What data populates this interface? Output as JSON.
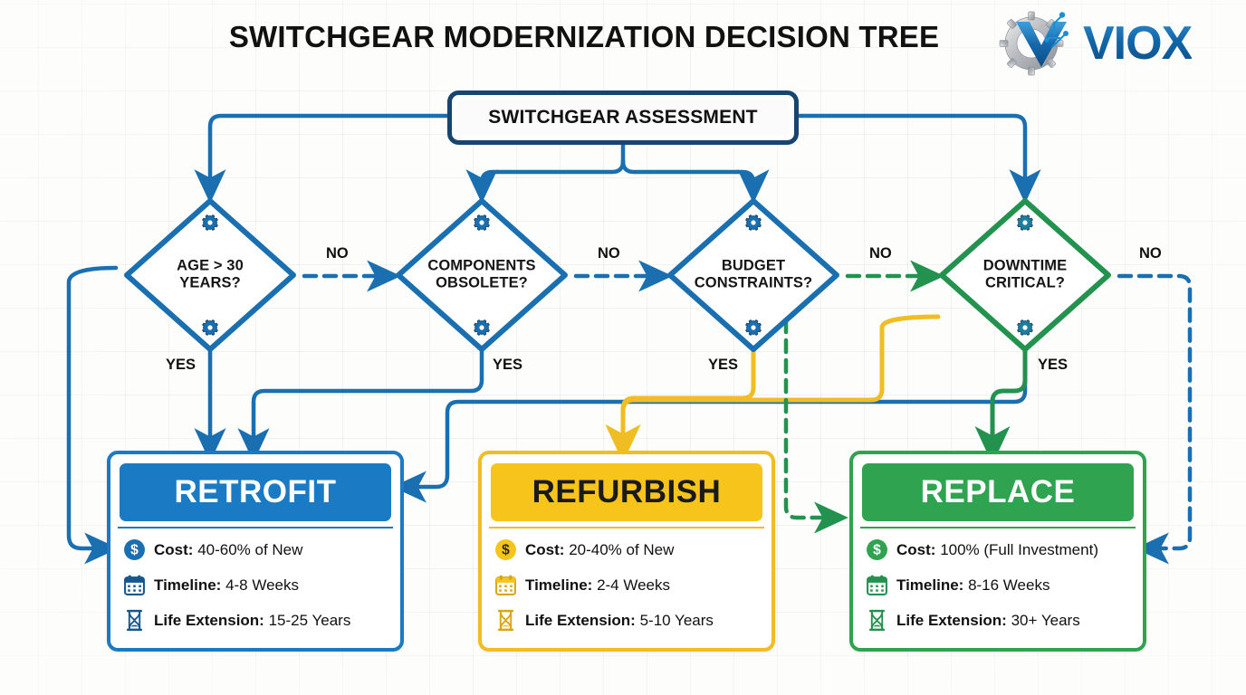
{
  "header": {
    "title": "SWITCHGEAR MODERNIZATION DECISION TREE",
    "logo_text": "VIOX",
    "logo_icon": "gear-v-logo-icon"
  },
  "root": {
    "label": "SWITCHGEAR ASSESSMENT"
  },
  "decisions": [
    {
      "id": "age",
      "line1": "AGE > 30",
      "line2": "YEARS?",
      "color": "#1a6fb0",
      "yes_label": "YES",
      "no_label": "NO"
    },
    {
      "id": "components",
      "line1": "COMPONENTS",
      "line2": "OBSOLETE?",
      "color": "#1a6fb0",
      "yes_label": "YES",
      "no_label": "NO"
    },
    {
      "id": "budget",
      "line1": "BUDGET",
      "line2": "CONSTRAINTS?",
      "color": "#1a6fb0",
      "yes_label": "YES",
      "no_label": "NO"
    },
    {
      "id": "downtime",
      "line1": "DOWNTIME",
      "line2": "CRITICAL?",
      "color": "#23924f",
      "yes_label": "YES",
      "no_label": "NO"
    }
  ],
  "outcomes": [
    {
      "id": "retrofit",
      "title": "RETROFIT",
      "accent": "#1a7ac4",
      "header_bg": "#1a7ac4",
      "title_color": "#ffffff",
      "rows": [
        {
          "icon": "dollar-coin-icon",
          "label": "Cost:",
          "value": "40-60% of New"
        },
        {
          "icon": "calendar-icon",
          "label": "Timeline:",
          "value": "4-8 Weeks"
        },
        {
          "icon": "hourglass-icon",
          "label": "Life Extension:",
          "value": "15-25 Years"
        }
      ]
    },
    {
      "id": "refurbish",
      "title": "REFURBISH",
      "accent": "#f5c518",
      "header_bg": "#f7c41c",
      "title_color": "#1a1a1a",
      "rows": [
        {
          "icon": "dollar-coin-icon",
          "label": "Cost:",
          "value": "20-40% of New"
        },
        {
          "icon": "calendar-icon",
          "label": "Timeline:",
          "value": "2-4 Weeks"
        },
        {
          "icon": "hourglass-icon",
          "label": "Life Extension:",
          "value": "5-10 Years"
        }
      ]
    },
    {
      "id": "replace",
      "title": "REPLACE",
      "accent": "#2fa34f",
      "header_bg": "#2fa34f",
      "title_color": "#ffffff",
      "rows": [
        {
          "icon": "dollar-coin-icon",
          "label": "Cost:",
          "value": "100% (Full Investment)"
        },
        {
          "icon": "calendar-icon",
          "label": "Timeline:",
          "value": "8-16 Weeks"
        },
        {
          "icon": "hourglass-icon",
          "label": "Life Extension:",
          "value": "30+ Years"
        }
      ]
    }
  ],
  "edge_labels": {
    "age_no": "NO",
    "age_yes": "YES",
    "components_no": "NO",
    "components_yes": "YES",
    "budget_no": "NO",
    "budget_yes": "YES",
    "downtime_no": "NO",
    "downtime_yes": "YES"
  },
  "colors": {
    "blue": "#1a6fb0",
    "dark_navy": "#17456f",
    "green": "#23924f",
    "yellow": "#f0bd22",
    "background": "#fdfdfc"
  }
}
